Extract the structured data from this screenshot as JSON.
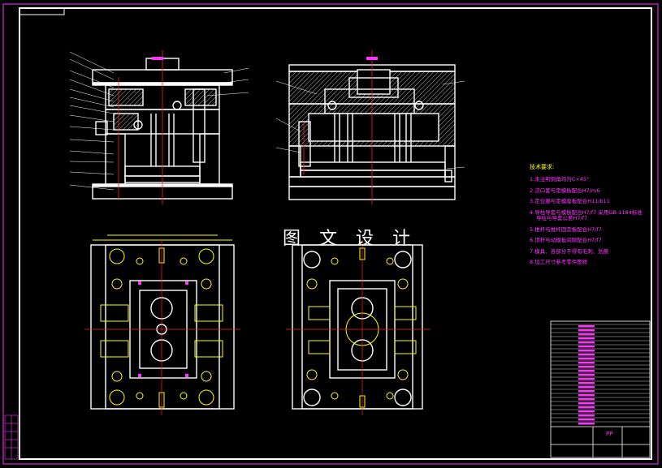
{
  "watermark": "图 文 设 计",
  "notes": {
    "title": "技术要求:",
    "items": [
      "1.未注明倒角均为C×45°",
      "2.浇口套与定模板配合H7/m6",
      "3.定位圈与定模座板配合H11/b11",
      "4.导柱导套与模板配合H7/f7 采用GB-1184标准",
      "5.推杆与推杆固定板配合H7/f7",
      "6.顶杆与动模板间隙配合H7/f7",
      "7.模具、各部分不得有毛刺、划痕",
      "8.加工尺寸参考零件图样"
    ],
    "item4_cont": "导柱与导套公差H7/f7"
  },
  "title_block": {
    "label": "PP"
  },
  "colors": {
    "line": "#ffffff",
    "label": "#ff33ff",
    "center": "#ff2020",
    "accent": "#ffff00",
    "hatch": "#ffffff"
  }
}
